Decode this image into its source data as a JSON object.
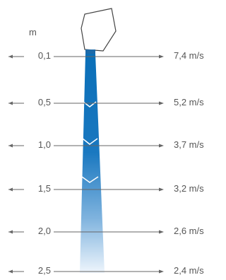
{
  "unit_label": "m",
  "rows": [
    {
      "distance": "0,1",
      "speed": "7,4 m/s"
    },
    {
      "distance": "0,5",
      "speed": "5,2 m/s"
    },
    {
      "distance": "1,0",
      "speed": "3,7 m/s"
    },
    {
      "distance": "1,5",
      "speed": "3,2 m/s"
    },
    {
      "distance": "2,0",
      "speed": "2,6 m/s"
    },
    {
      "distance": "2,5",
      "speed": "2,4 m/s"
    }
  ],
  "colors": {
    "jet_top": "#0a6fb8",
    "jet_bottom": "#e8f2fb",
    "lines": "#666666",
    "text": "#555555"
  },
  "icons": [
    "nozzle-outlet-icon",
    "arrow-left-icon",
    "arrow-right-icon"
  ]
}
